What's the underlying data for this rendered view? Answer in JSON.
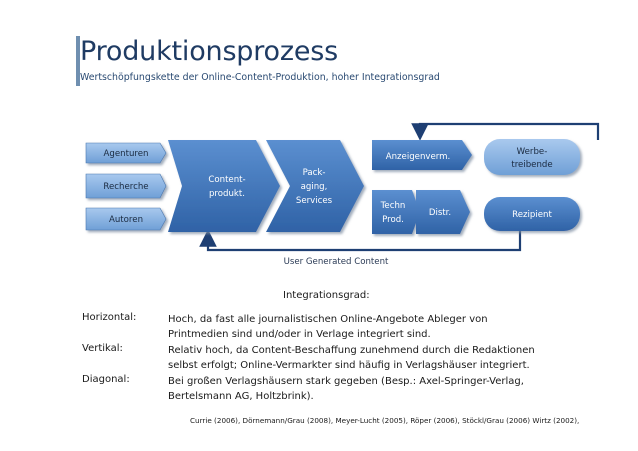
{
  "title": "Produktionsprozess",
  "subtitle": "Wertschöpfungskette der Online-Content-Produktion, hoher Integrationsgrad",
  "diagram": {
    "sources": [
      "Agenturen",
      "Recherche",
      "Autoren"
    ],
    "content_produkt": [
      "Content-",
      "produkt."
    ],
    "packaging": [
      "Pack-",
      "aging,",
      "Services"
    ],
    "anzeigen": "Anzeigenverm.",
    "techn": [
      "Techn",
      "Prod."
    ],
    "distr": "Distr.",
    "werbe": [
      "Werbe-",
      "treibende"
    ],
    "rezipient": "Rezipient",
    "ugc": "User Generated Content"
  },
  "integration": {
    "title": "Integrationsgrad:",
    "rows": [
      {
        "label": "Horizontal:",
        "lines": [
          "Hoch, da fast alle journalistischen Online-Angebote Ableger von",
          "Printmedien sind und/oder in Verlage integriert sind."
        ]
      },
      {
        "label": "Vertikal:",
        "lines": [
          "Relativ hoch, da Content-Beschaffung zunehmend durch die Redaktionen",
          "selbst erfolgt; Online-Vermarkter sind häufig in Verlagshäuser integriert."
        ]
      },
      {
        "label": "Diagonal:",
        "lines": [
          "Bei großen Verlagshäusern stark gegeben (Besp.: Axel-Springer-Verlag,",
          "Bertelsmann AG, Holtzbrink)."
        ]
      }
    ]
  },
  "references": "Currie (2006), Dörnemann/Grau (2008), Meyer-Lucht (2005), Röper (2006), Stöckl/Grau (2006) Wirtz (2002),",
  "colors": {
    "title": "#1f3b63",
    "box_blue": "#3b73b8",
    "box_light": "#6ea0d8",
    "shadow": "#9aa8b8"
  }
}
